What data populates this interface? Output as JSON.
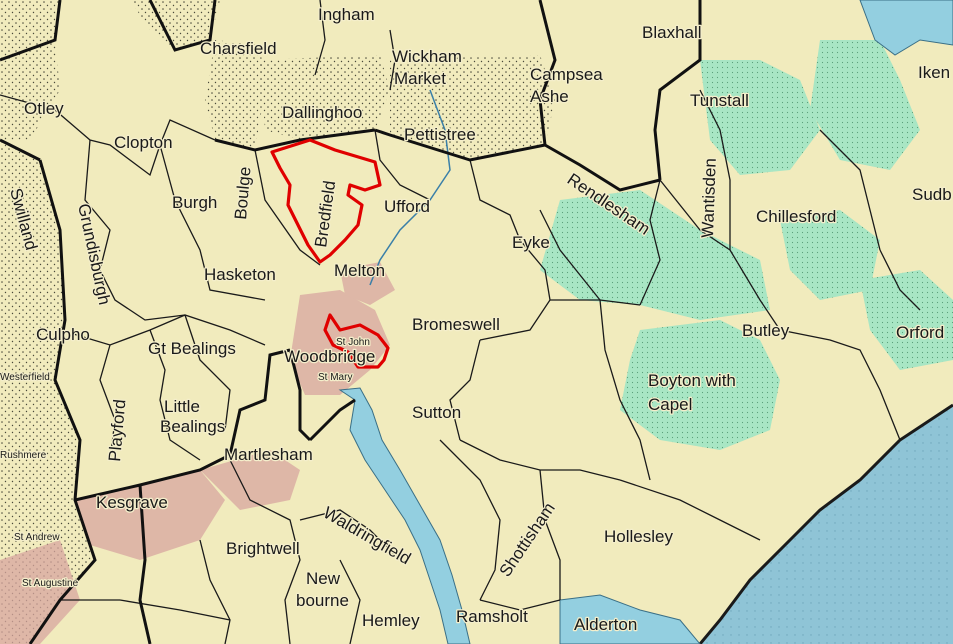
{
  "map": {
    "place_labels": [
      {
        "id": "ingham",
        "text": "Ingham"
      },
      {
        "id": "blaxhall",
        "text": "Blaxhall"
      },
      {
        "id": "charsfield",
        "text": "Charsfield"
      },
      {
        "id": "wickham-market-1",
        "text": "Wickham"
      },
      {
        "id": "wickham-market-2",
        "text": "Market"
      },
      {
        "id": "campsea-ashe-1",
        "text": "Campsea"
      },
      {
        "id": "campsea-ashe-2",
        "text": "Ashe"
      },
      {
        "id": "iken",
        "text": "Iken"
      },
      {
        "id": "otley",
        "text": "Otley"
      },
      {
        "id": "clopton",
        "text": "Clopton"
      },
      {
        "id": "dallinghoo",
        "text": "Dallinghoo"
      },
      {
        "id": "pettistree",
        "text": "Pettistree"
      },
      {
        "id": "tunstall",
        "text": "Tunstall"
      },
      {
        "id": "swilland",
        "text": "Swilland"
      },
      {
        "id": "grundisburgh",
        "text": "Grundisburgh"
      },
      {
        "id": "burgh",
        "text": "Burgh"
      },
      {
        "id": "boulge",
        "text": "Boulge"
      },
      {
        "id": "bredfield",
        "text": "Bredfield"
      },
      {
        "id": "ufford",
        "text": "Ufford"
      },
      {
        "id": "rendlesham",
        "text": "Rendlesham"
      },
      {
        "id": "wantisden",
        "text": "Wantisden"
      },
      {
        "id": "chillesford",
        "text": "Chillesford"
      },
      {
        "id": "sudbourne",
        "text": "Sudb"
      },
      {
        "id": "eyke",
        "text": "Eyke"
      },
      {
        "id": "hasketon",
        "text": "Hasketon"
      },
      {
        "id": "melton",
        "text": "Melton"
      },
      {
        "id": "culpho",
        "text": "Culpho"
      },
      {
        "id": "bromeswell",
        "text": "Bromeswell"
      },
      {
        "id": "butley",
        "text": "Butley"
      },
      {
        "id": "orford",
        "text": "Orford"
      },
      {
        "id": "gt-bealings",
        "text": "Gt Bealings"
      },
      {
        "id": "st-john",
        "text": "St John"
      },
      {
        "id": "woodbridge",
        "text": "Woodbridge"
      },
      {
        "id": "st-mary",
        "text": "St Mary"
      },
      {
        "id": "westerfield",
        "text": "Westerfield"
      },
      {
        "id": "boyton-with-capel-1",
        "text": "Boyton with"
      },
      {
        "id": "boyton-with-capel-2",
        "text": "Capel"
      },
      {
        "id": "little-bealings-1",
        "text": "Little"
      },
      {
        "id": "little-bealings-2",
        "text": "Bealings"
      },
      {
        "id": "playford",
        "text": "Playford"
      },
      {
        "id": "sutton",
        "text": "Sutton"
      },
      {
        "id": "rushmere",
        "text": "Rushmere"
      },
      {
        "id": "martlesham",
        "text": "Martlesham"
      },
      {
        "id": "kesgrave",
        "text": "Kesgrave"
      },
      {
        "id": "waldringfield",
        "text": "Waldringfield"
      },
      {
        "id": "hollesley",
        "text": "Hollesley"
      },
      {
        "id": "shottisham",
        "text": "Shottisham"
      },
      {
        "id": "st-andrew",
        "text": "St Andrew"
      },
      {
        "id": "brightwell",
        "text": "Brightwell"
      },
      {
        "id": "st-augustine",
        "text": "St Augustine"
      },
      {
        "id": "newbourne-1",
        "text": "New"
      },
      {
        "id": "newbourne-2",
        "text": "bourne"
      },
      {
        "id": "hemley",
        "text": "Hemley"
      },
      {
        "id": "ramsholt",
        "text": "Ramsholt"
      },
      {
        "id": "alderton",
        "text": "Alderton"
      }
    ],
    "colors": {
      "land": "#f1ebbd",
      "woodland": "#a8e6c4",
      "water": "#93cfe0",
      "sea": "#8fc4d6",
      "urban": "#d8a6a0",
      "parish_boundary": "#1a1a1a",
      "highlight_boundary": "#e00000"
    },
    "highlighted_parishes": [
      "Bredfield",
      "St John"
    ]
  }
}
